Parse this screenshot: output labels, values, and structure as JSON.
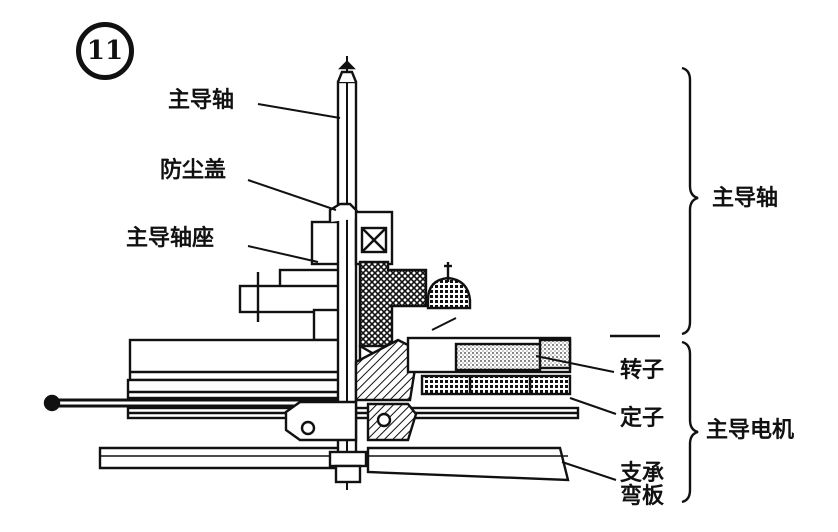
{
  "figure": {
    "number": "11"
  },
  "labels": {
    "capstan": "主导轴",
    "dust_cover": "防尘盖",
    "capstan_seat": "主导轴座",
    "rotor": "转子",
    "stator": "定子",
    "bracket_line1": "支承",
    "bracket_line2": "弯板"
  },
  "groups": {
    "capstan_group": "主导轴",
    "motor_group": "主导电机"
  }
}
